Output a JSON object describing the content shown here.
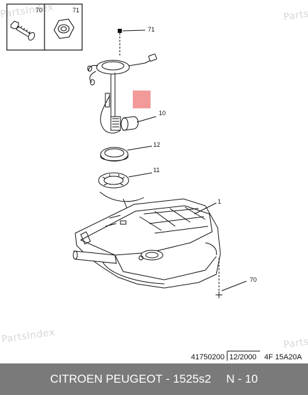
{
  "watermark": {
    "text": "PartsIndex",
    "color": "#d7d7d7"
  },
  "parts_box": {
    "items": [
      {
        "number": "70",
        "icon": "bolt-icon"
      },
      {
        "number": "71",
        "icon": "nut-icon"
      }
    ]
  },
  "callouts": [
    "71",
    "10",
    "12",
    "11",
    "1",
    "70"
  ],
  "highlight": {
    "color": "#f29a9a"
  },
  "reference": {
    "part_code": "41750200",
    "date": "12/2000",
    "engine_code": "4F 15A20A"
  },
  "footer": {
    "brand": "CITROEN PEUGEOT",
    "separator": " - ",
    "code": "1525s2",
    "page": "N - 10",
    "background": "#7a7a7a"
  }
}
